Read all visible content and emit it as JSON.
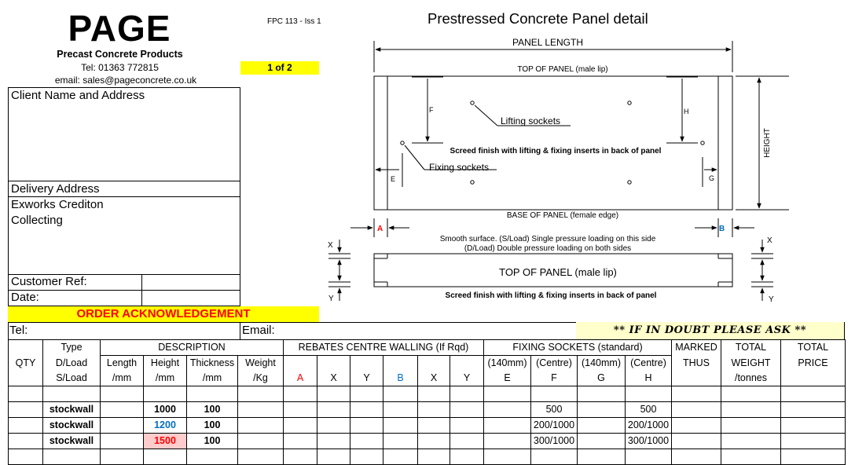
{
  "header": {
    "logo": "PAGE",
    "company_name": "Precast Concrete Products",
    "tel": "Tel: 01363 772815",
    "email": "email: sales@pageconcrete.co.uk",
    "form_no": "FPC 113 - Iss 1",
    "page": "1 of 2",
    "title": "Prestressed Concrete Panel detail"
  },
  "client": {
    "client_label": "Client Name and Address",
    "delivery_label": "Delivery Address",
    "delivery_lines": [
      "Exworks Crediton",
      "Collecting"
    ],
    "customer_ref_label": "Customer Ref:",
    "date_label": "Date:",
    "order_ack": "ORDER ACKNOWLEDGEMENT",
    "tel_label": "Tel:",
    "email_label": "Email:",
    "doubt_note": "** IF IN DOUBT PLEASE ASK **"
  },
  "diagram": {
    "panel_length": "PANEL LENGTH",
    "top_of_panel": "TOP OF PANEL (male lip)",
    "base_of_panel": "BASE OF PANEL (female edge)",
    "height": "HEIGHT",
    "lifting_sockets": "Lifting sockets",
    "fixing_sockets": "Fixing sockets",
    "screed_finish": "Screed finish with lifting & fixing inserts in back of panel",
    "smooth_surface": "Smooth surface. (S/Load) Single pressure loading on this side",
    "double_pressure": "(D/Load) Double pressure loading on both sides",
    "top_of_panel_section": "TOP OF PANEL (male lip)",
    "screed_finish_section": "Screed finish with lifting & fixing inserts in back of panel",
    "labels": {
      "f": "F",
      "h": "H",
      "e": "E",
      "g": "G",
      "a": "A",
      "b": "B",
      "x_left": "X",
      "y_left": "Y",
      "x_right": "X",
      "y_right": "Y"
    }
  },
  "table": {
    "h1": {
      "qty": "QTY",
      "type": "Type",
      "description": "DESCRIPTION",
      "rebates": "REBATES CENTRE WALLING (If Rqd)",
      "fixing": "FIXING SOCKETS (standard)",
      "marked": "MARKED",
      "total_weight": "TOTAL",
      "total_price": "TOTAL"
    },
    "h2": {
      "type": "D/Load",
      "length": "Length",
      "height": "Height",
      "thickness": "Thickness",
      "weight": "Weight",
      "e": "(140mm)",
      "f": "(Centre)",
      "g": "(140mm)",
      "h": "(Centre)",
      "marked": "THUS",
      "total_weight": "WEIGHT",
      "total_price": "PRICE"
    },
    "h3": {
      "type": "S/Load",
      "length": "/mm",
      "height": "/mm",
      "thickness": "/mm",
      "weight": "/Kg",
      "a": "A",
      "x1": "X",
      "y1": "Y",
      "b": "B",
      "x2": "X",
      "y2": "Y",
      "e": "E",
      "f": "F",
      "g": "G",
      "h": "H",
      "total_weight": "/tonnes"
    },
    "rows": [
      {
        "type": "stockwall",
        "height": "1000",
        "thickness": "100",
        "f": "500",
        "h": "500"
      },
      {
        "type": "stockwall",
        "height": "1200",
        "thickness": "100",
        "f": "200/1000",
        "h": "200/1000"
      },
      {
        "type": "stockwall",
        "height": "1500",
        "thickness": "100",
        "f": "300/1000",
        "h": "300/1000"
      }
    ]
  }
}
